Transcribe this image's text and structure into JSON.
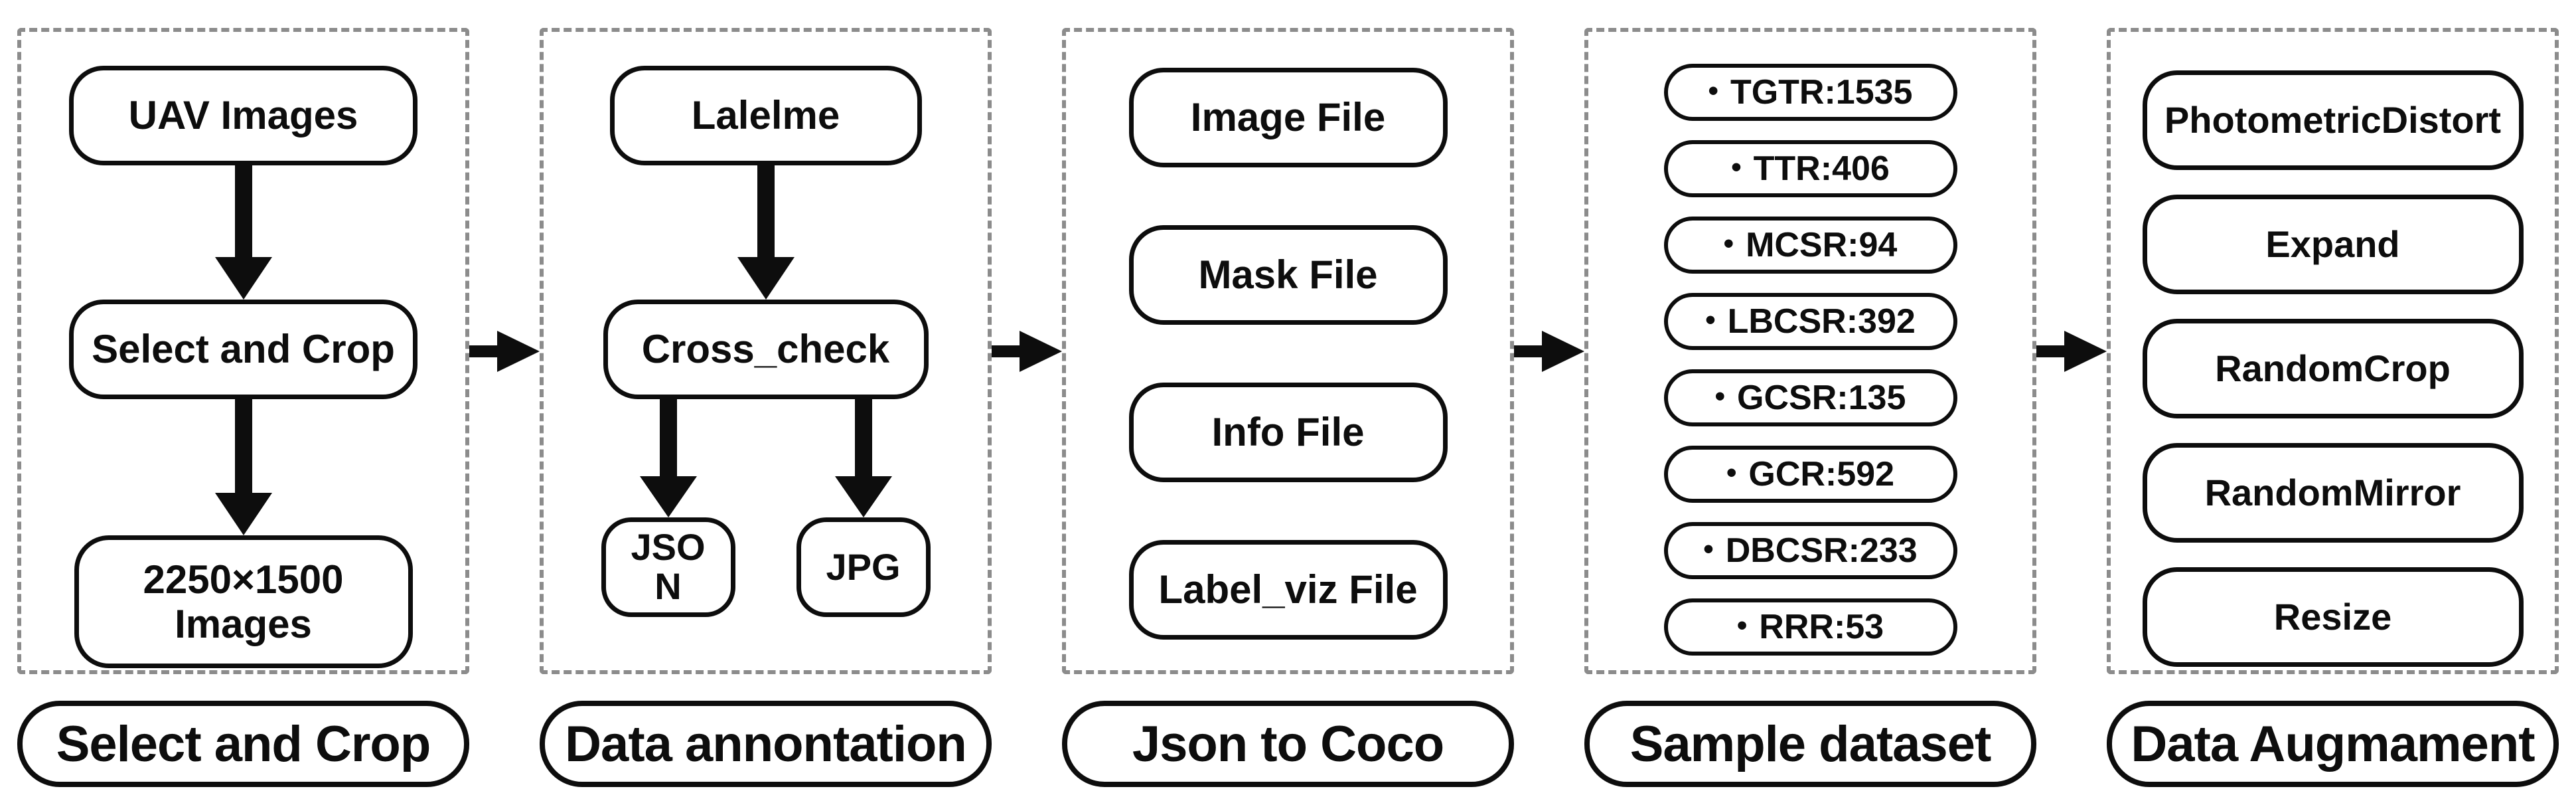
{
  "diagram": {
    "bullet": "•",
    "stages": [
      {
        "label": "Select and Crop",
        "nodes": [
          "UAV Images",
          "Select and Crop",
          "2250×1500 Images"
        ]
      },
      {
        "label": "Data annontation",
        "nodes": [
          "Lalelme",
          "Cross_check"
        ],
        "outputs": [
          "JSON",
          "JPG"
        ]
      },
      {
        "label": "Json to Coco",
        "files": [
          "Image File",
          "Mask File",
          "Info File",
          "Label_viz File"
        ]
      },
      {
        "label": "Sample dataset",
        "classes": [
          "TGTR:1535",
          "TTR:406",
          "MCSR:94",
          "LBCSR:392",
          "GCSR:135",
          "GCR:592",
          "DBCSR:233",
          "RRR:53"
        ]
      },
      {
        "label": "Data Augmament",
        "ops": [
          "PhotometricDistort",
          "Expand",
          "RandomCrop",
          "RandomMirror",
          "Resize"
        ]
      }
    ]
  }
}
